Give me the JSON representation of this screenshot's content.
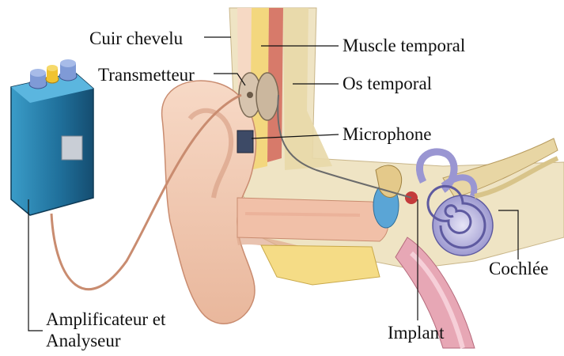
{
  "labels": {
    "scalp": "Cuir chevelu",
    "transmitter": "Transmetteur",
    "temporal_muscle": "Muscle temporal",
    "temporal_bone": "Os temporal",
    "microphone": "Microphone",
    "cochlea": "Cochlée",
    "implant": "Implant",
    "amplifier_line1": "Amplificateur et",
    "amplifier_line2": "Analyseur"
  },
  "colors": {
    "device_body": "#1f6f9a",
    "skin": "#f2c9b0",
    "bone": "#efe4c4",
    "muscle": "#d77a6a",
    "cochlea": "#a9a6d8",
    "knob_blue": "#7f9ad6",
    "knob_yellow": "#f0c330"
  }
}
